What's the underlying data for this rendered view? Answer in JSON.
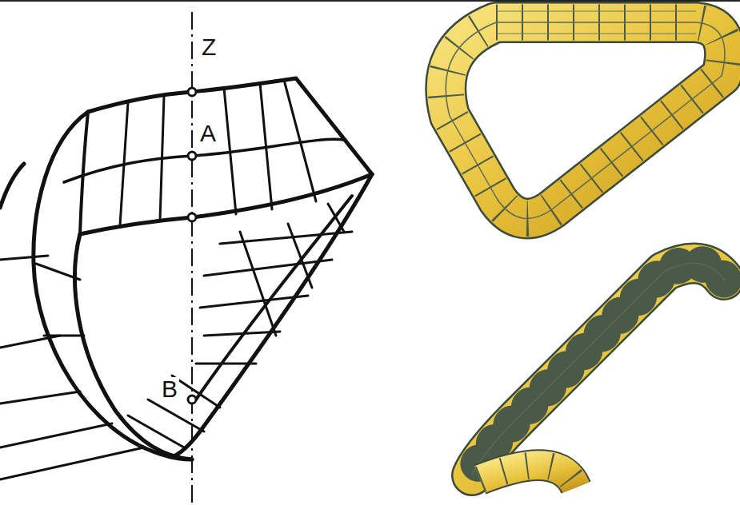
{
  "diagram": {
    "labels": [
      "Z",
      "A",
      "B"
    ]
  }
}
